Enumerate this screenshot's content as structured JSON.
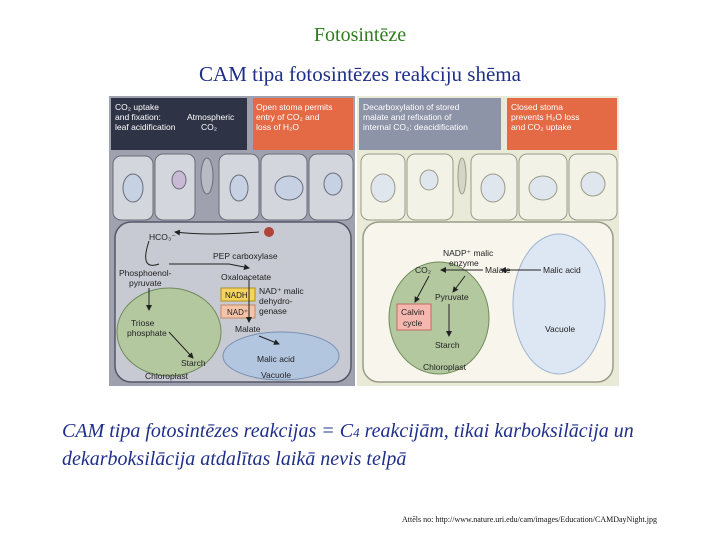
{
  "page": {
    "title": "Fotosintēze",
    "subtitle": "CAM tipa fotosintēzes reakciju shēma",
    "caption_before": "CAM tipa fotosintēzes reakcijas = C",
    "caption_sub": "4",
    "caption_after": " reakcijām, tikai karboksilācija un dekarboksilācija atdalītas laikā nevis telpā",
    "credit": "Attēls no: http://www.nature.uri.edu/cam/images/Education/CAMDayNight.jpg"
  },
  "diagram": {
    "night": {
      "header_left": [
        "CO₂ uptake",
        "and fixation:",
        "leaf acidification"
      ],
      "header_mid": [
        "Atmospheric",
        "CO₂"
      ],
      "header_right": [
        "Open stoma permits",
        "entry of CO₂ and",
        "loss of H₂O"
      ],
      "hco3": "HCO₃⁻",
      "pep_carboxylase": "PEP carboxylase",
      "phosphoenolpyruvate": [
        "Phosphoenol-",
        "pyruvate"
      ],
      "oxaloacetate": "Oxaloacetate",
      "nadh": "NADH",
      "nad": "NAD⁺",
      "nad_malic_dh": [
        "NAD⁺ malic",
        "dehydro-",
        "genase"
      ],
      "triose_phosphate": [
        "Triose",
        "phosphate"
      ],
      "malate": "Malate",
      "starch": "Starch",
      "chloroplast": "Chloroplast",
      "malic_acid": "Malic acid",
      "vacuole": "Vacuole"
    },
    "day": {
      "header_left": [
        "Decarboxylation of stored",
        "malate and refixation of",
        "internal CO₂: deacidification"
      ],
      "header_right": [
        "Closed stoma",
        "prevents H₂O loss",
        "and CO₂ uptake"
      ],
      "nadp_malic": [
        "NADP⁺ malic",
        "enzyme"
      ],
      "co2": "CO₂",
      "malate": "Malate",
      "malic_acid": "Malic acid",
      "pyruvate": "Pyruvate",
      "calvin_cycle": [
        "Calvin",
        "cycle"
      ],
      "starch": "Starch",
      "vacuole": "Vacuole",
      "chloroplast": "Chloroplast"
    },
    "colors": {
      "night_bg": "#9fa1ae",
      "night_cell": "#c7c9d3",
      "day_bg": "#e9ead7",
      "day_cell": "#f8f6ec",
      "chloroplast": "#b4c8a0",
      "vacuole": "#b3c6e0",
      "header_left": "#33364a",
      "header_right": "#e46a45",
      "nadh_box": "#f6d35e",
      "calvin_box": "#f4b8b0"
    }
  }
}
